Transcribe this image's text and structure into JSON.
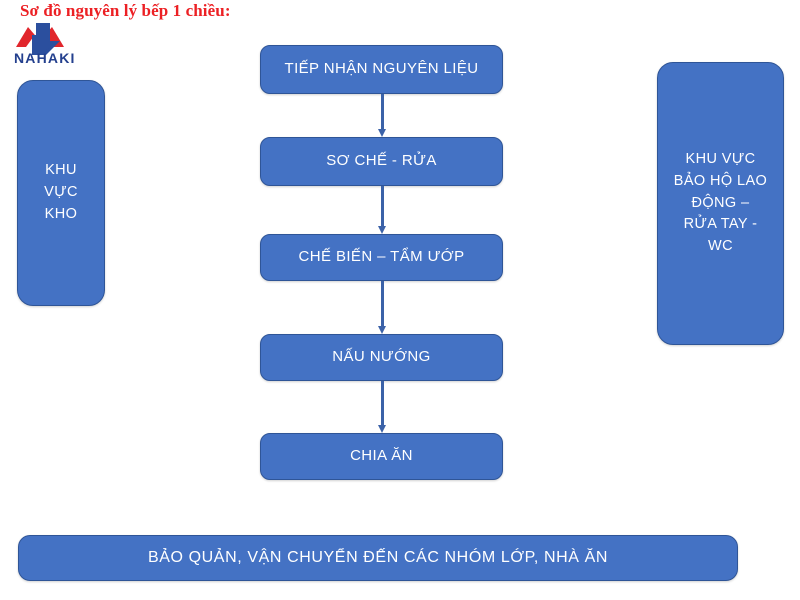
{
  "header": {
    "title": "Sơ đồ nguyên lý bếp 1 chiều:",
    "title_color": "#ec2024",
    "logo": {
      "name": "nahaki-logo",
      "wordmark": "NAHAKI",
      "mark_red": "#e1262c",
      "mark_blue": "#2b4f9e",
      "wordmark_color": "#24408e"
    }
  },
  "diagram": {
    "box_fill": "#4472C4",
    "box_border": "#2F5597",
    "box_text_color": "#FFFFFF",
    "connector_color": "#3B62A8",
    "flow": [
      {
        "id": "receive",
        "label": "TIẾP NHẬN NGUYÊN LIỆU"
      },
      {
        "id": "prewash",
        "label": "SƠ CHẾ - RỬA"
      },
      {
        "id": "process",
        "label": "CHẾ BIẾN – TẨM ƯỚP"
      },
      {
        "id": "cook",
        "label": "NẤU NƯỚNG"
      },
      {
        "id": "portion",
        "label": "CHIA ĂN"
      }
    ],
    "side_left": {
      "id": "storage",
      "label": "KHU\nVỰC\nKHO"
    },
    "side_right": {
      "id": "hygiene",
      "label": "KHU VỰC\nBẢO HỘ LAO\nĐỘNG –\nRỬA TAY -\nWC"
    },
    "bottom_bar": {
      "id": "transport",
      "label": "BẢO QUẢN, VẬN CHUYỂN ĐẾN CÁC NHÓM LỚP, NHÀ ĂN"
    },
    "connectors": [
      {
        "id": "conn-1",
        "from": "receive",
        "to": "prewash"
      },
      {
        "id": "conn-2",
        "from": "prewash",
        "to": "process"
      },
      {
        "id": "conn-3",
        "from": "process",
        "to": "cook"
      },
      {
        "id": "conn-4",
        "from": "cook",
        "to": "portion"
      }
    ]
  }
}
